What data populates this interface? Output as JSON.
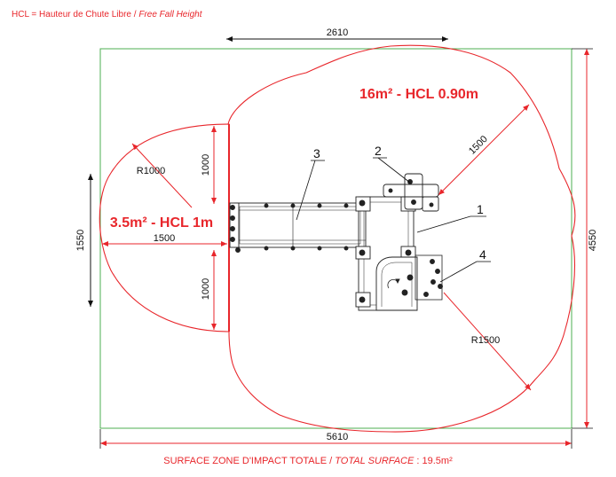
{
  "header": {
    "abbr_label": "HCL = Hauteur de Chute Libre",
    "separator": " / ",
    "english_label": "Free Fall Height"
  },
  "dimensions": {
    "top_width": "2610",
    "total_width": "5610",
    "total_height": "4550",
    "left_height": "1550",
    "upper_left_seg": "1000",
    "lower_left_seg": "1000",
    "left_zone_depth": "1500",
    "diag_clearance": "1500",
    "radius_left": "R1000",
    "radius_right": "R1500"
  },
  "zones": {
    "main_zone": "16m² - HCL 0.90m",
    "left_zone": "3.5m² - HCL 1m"
  },
  "callouts": [
    "1",
    "2",
    "3",
    "4"
  ],
  "footer": {
    "fr_label": "SURFACE ZONE D'IMPACT TOTALE",
    "separator": " / ",
    "en_label": "TOTAL SURFACE",
    "value": " : 19.5m²"
  },
  "colors": {
    "impact_line": "#e8262b",
    "boundary_line": "#4caf50",
    "equipment_line": "#222222",
    "dimension_line": "#111111"
  }
}
